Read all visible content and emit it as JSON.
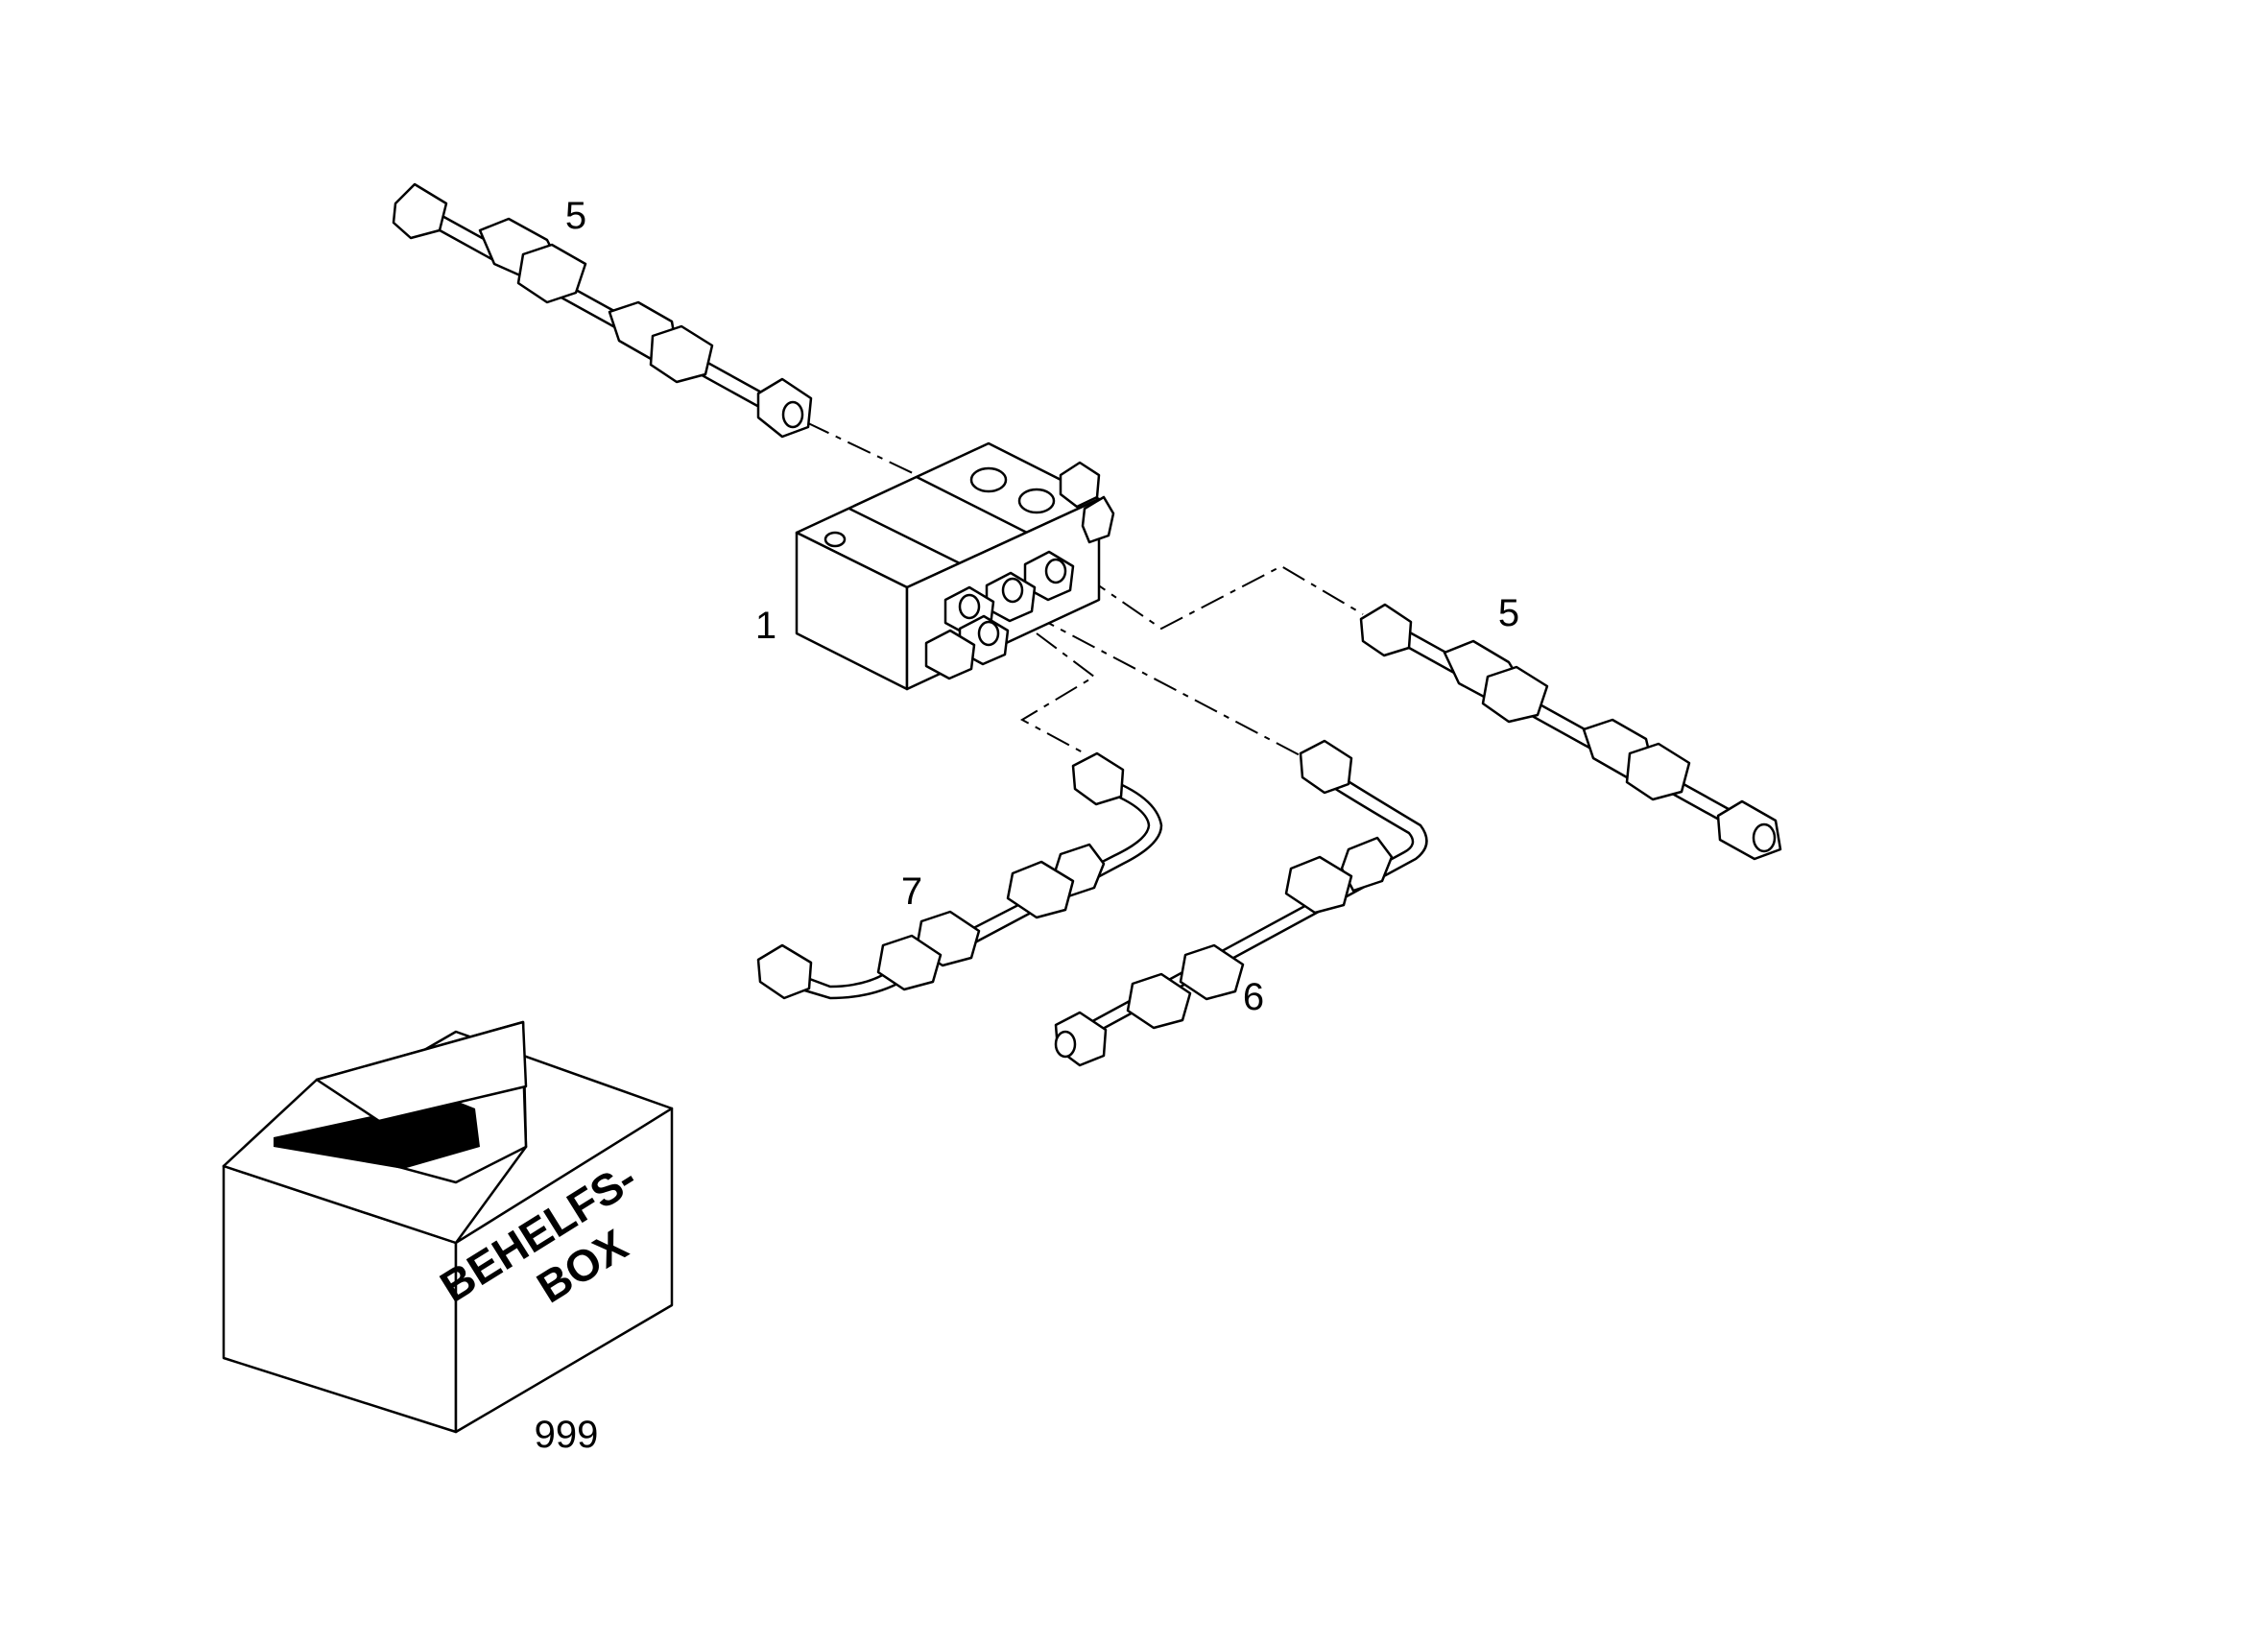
{
  "diagram": {
    "callouts": {
      "valve_block": "1",
      "pipe_upper_left": "5",
      "pipe_right": "5",
      "pipe_bent_right": "6",
      "pipe_bent_left": "7",
      "box": "999"
    },
    "box_text": {
      "line1": "BEHELFS-",
      "line2": "BOX"
    }
  }
}
